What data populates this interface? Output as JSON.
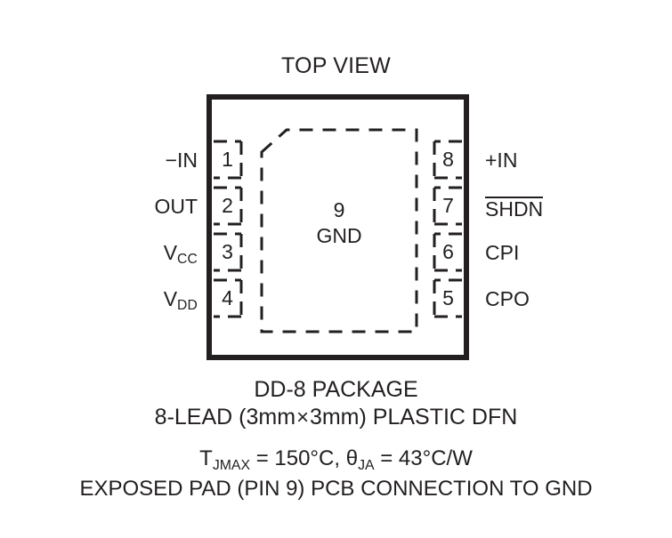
{
  "diagram": {
    "title": "TOP VIEW",
    "package_body": {
      "name": "package-outline",
      "outline_color": "#231f20"
    },
    "exposed_pad": {
      "pin_number": "9",
      "net_name": "GND",
      "chamfer_corner": "top-left"
    },
    "pins_left": [
      {
        "number": "1",
        "label": "−IN",
        "base": "",
        "sub": "",
        "overbar": false
      },
      {
        "number": "2",
        "label": "OUT",
        "base": "",
        "sub": "",
        "overbar": false
      },
      {
        "number": "3",
        "label": "VCC",
        "base": "V",
        "sub": "CC",
        "overbar": false
      },
      {
        "number": "4",
        "label": "VDD",
        "base": "V",
        "sub": "DD",
        "overbar": false
      }
    ],
    "pins_right": [
      {
        "number": "8",
        "label": "+IN",
        "base": "",
        "sub": "",
        "overbar": false
      },
      {
        "number": "7",
        "label": "SHDN",
        "base": "",
        "sub": "",
        "overbar": true
      },
      {
        "number": "6",
        "label": "CPI",
        "base": "",
        "sub": "",
        "overbar": false
      },
      {
        "number": "5",
        "label": "CPO",
        "base": "",
        "sub": "",
        "overbar": false
      }
    ],
    "caption": {
      "package_name": "DD-8 PACKAGE",
      "lead_count": "8-LEAD",
      "body_size_open": "(3mm",
      "times_symbol": "×",
      "body_size_close": "3mm)",
      "package_type": "PLASTIC DFN",
      "tj_symbol": "T",
      "tj_sub": "JMAX",
      "tj_value": " = 150°C,",
      "theta_symbol": "θ",
      "theta_sub": "JA",
      "theta_value": " = 43°C/W",
      "exposed_pad_note": "EXPOSED PAD (PIN 9) PCB CONNECTION TO GND"
    }
  }
}
